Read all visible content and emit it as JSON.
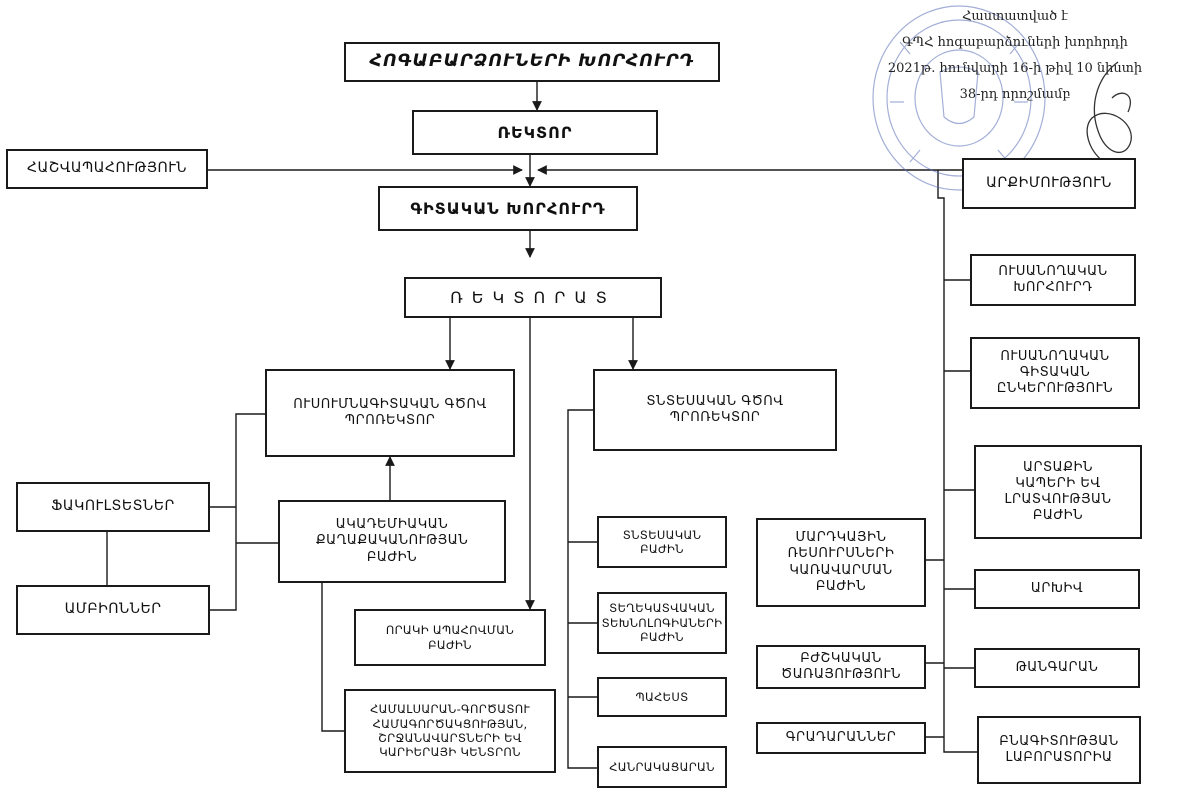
{
  "approval": {
    "line1": "Հաստատված է",
    "line2": "ԳՊՀ հոգաբարձուների խորհրդի",
    "line3": "2021թ. հունվարի 16-ի թիվ 10 նիստի",
    "line4": "38-րդ որոշմամբ"
  },
  "boxes": {
    "trustees": "ՀՈԳԱԲԱՐՁՈՒՆԵՐԻ ԽՈՐՀՈՒՐԴ",
    "rector": "ՌԵԿՏՈՐ",
    "accounting": "ՀԱՇՎԱՊԱՀՈՒԹՅՈՒՆ",
    "scientific_council": "ԳԻՏԱԿԱՆ ԽՈՐՀՈՒՐԴ",
    "archimandrite": "ԱՐՔԻՄՈՒԹՅՈՒՆ",
    "rectorate": "ՌԵԿՏՈՐԱՏ",
    "vice_rector_edu": "ՈՒՍՈՒՄՆԱԳԻՏԱԿԱՆ ԳԾՈՎ\nՊՐՈՌԵԿՏՈՐ",
    "vice_rector_econ": "ՏՆՏԵՍԱԿԱՆ ԳԾՈՎ\nՊՐՈՌԵԿՏՈՐ",
    "student_council": "ՈՒՍԱՆՈՂԱԿԱՆ\nԽՈՐՀՈՒՐԴ",
    "student_sci_society": "ՈՒՍԱՆՈՂԱԿԱՆ\nԳԻՏԱԿԱՆ\nԸՆԿԵՐՈՒԹՅՈՒՆ",
    "external_relations": "ԱՐՏԱՔԻՆ\nԿԱՊԵՐԻ ԵՎ\nԼՐԱՏՎՈՒԹՅԱՆ\nԲԱԺԻՆ",
    "faculties": "ՖԱԿՈՒԼՏԵՏՆԵՐ",
    "academic_policy": "ԱԿԱԴԵՄԻԱԿԱՆ\nՔԱՂԱՔԱԿԱՆՈՒԹՅԱՆ\nԲԱԺԻՆ",
    "chairs": "ԱՄԲԻՈՆՆԵՐ",
    "economic_dept": "ՏՆՏԵՍԱԿԱՆ\nԲԱԺԻՆ",
    "hr_dept": "ՄԱՐԴԿԱՅԻՆ\nՌԵՍՈՒՐՍՆԵՐԻ\nԿԱՌԱՎԱՐՄԱՆ\nԲԱԺԻՆ",
    "archive": "ԱՐԽԻՎ",
    "it_dept": "ՏԵՂԵԿԱՏՎԱԿԱՆ\nՏԵԽՆՈԼՈԳԻԱՆԵՐԻ\nԲԱԺԻՆ",
    "quality_dept": "ՈՐԱԿԻ ԱՊԱՀՈՎՄԱՆ\nԲԱԺԻՆ",
    "medical": "ԲԺՇԿԱԿԱՆ\nԾԱՌԱՅՈՒԹՅՈՒՆ",
    "museum": "ԹԱՆԳԱՐԱՆ",
    "warehouse": "ՊԱՀԵՍՏ",
    "career_center": "ՀԱՄԱԼՍԱՐԱՆ-ԳՈՐԾԱՏՈՒ\nՀԱՄԱԳՈՐԾԱԿՑՈՒԹՅԱՆ,\nՇՐՋԱՆԱՎԱՐՏՆԵՐԻ ԵՎ\nԿԱՐԻԵՐԱՅԻ ԿԵՆՏՐՈՆ",
    "libraries": "ԳՐԱԴԱՐԱՆՆԵՐ",
    "nature_lab": "ԲՆԱԳԻՏՈՒԹՅԱՆ\nԼԱԲՈՐԱՏՈՐԻԱ",
    "dormitory": "ՀԱՆՐԱԿԱՑԱՐԱՆ"
  },
  "colors": {
    "line": "#1a1a1a",
    "stamp": "#5a6fb8"
  }
}
